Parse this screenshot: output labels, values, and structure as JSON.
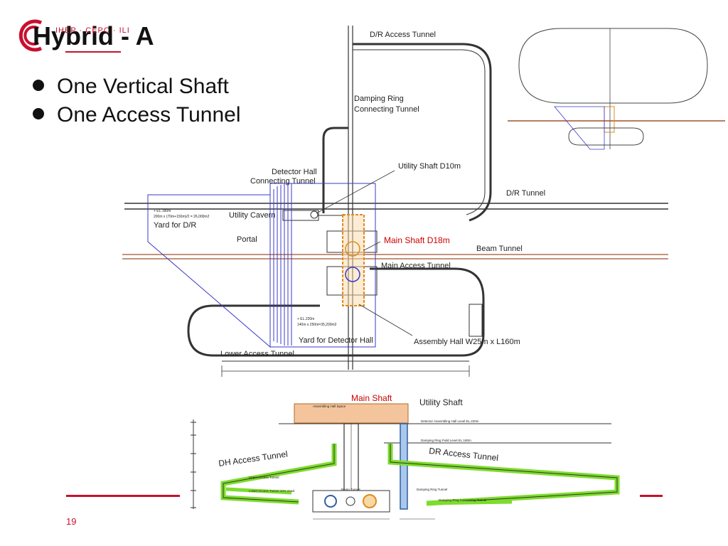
{
  "slide": {
    "title": "Hybrid - A",
    "brand": "IHEP  ·  CEPC  ·  ILI",
    "bullets": [
      "One Vertical Shaft",
      "One Access Tunnel"
    ],
    "page_number": "19",
    "accent_color": "#c8102e"
  },
  "plan_labels": {
    "dr_access_tunnel": "D/R Access Tunnel",
    "damping_ring_connecting_tunnel_1": "Damping Ring",
    "damping_ring_connecting_tunnel_2": "Connecting Tunnel",
    "detector_hall_connecting_tunnel_1": "Detector Hall",
    "detector_hall_connecting_tunnel_2": "Connecting Tunnel",
    "utility_shaft": "Utility Shaft D10m",
    "dr_tunnel": "D/R Tunnel",
    "utility_cavern": "Utility Cavern",
    "yard_dr_note_1": "+ EL.180m",
    "yard_dr_note_2": "200m x (70m+150m)/2 = 26,000m2",
    "yard_dr": "Yard for D/R",
    "portal": "Portal",
    "main_shaft": "Main Shaft D18m",
    "beam_tunnel": "Beam Tunnel",
    "main_access_tunnel": "Main Access Tunnel",
    "yard_dh_note_1": "+ EL.220m",
    "yard_dh_note_2": "140m x 250m=35,200m2",
    "yard_dh": "Yard for Detector Hall",
    "assembly_hall": "Assembly Hall W25m x L160m",
    "lower_access_tunnel": "Lower Access Tunnel"
  },
  "section_labels": {
    "main_shaft": "Main Shaft",
    "utility_shaft": "Utility  Shaft",
    "dh_access_tunnel": "DH Access Tunnel",
    "dr_access_tunnel": "DR Access Tunnel",
    "assembling_hall_space": "Assembling Hall Space",
    "detector_assembling_level": "Detector Assembling Hall Level EL.220m",
    "damping_ring_field_level": "Damping Ring Field Level EL.180m",
    "upper_access_tunnel": "Upper Access Tunnel",
    "lower_access_tunnel": "Lower Access Tunnel 10% Grad.",
    "beam_tunnel": "Beam Tunnel",
    "damping_ring_tunnel": "Damping Ring Tunnel",
    "damping_ring_connecting_tunnel": "Damping Ring Connecting Tunnel"
  },
  "colors": {
    "access_tunnel_green": "#7ddc2c",
    "utility_shaft_blue": "#5b9bd5",
    "main_shaft_orange": "#e08a1e",
    "yard_blue": "#3a3acb",
    "beam_line_brown": "#a0522d",
    "label_red": "#cc0000"
  }
}
